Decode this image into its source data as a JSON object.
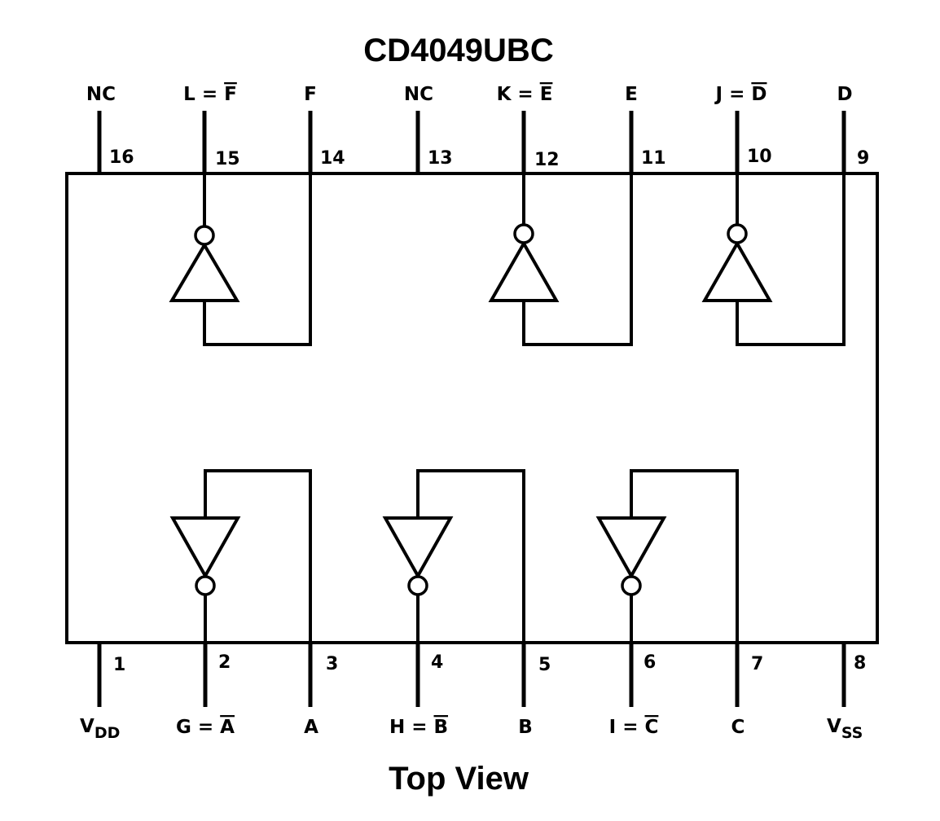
{
  "title": "CD4049UBC",
  "caption": "Top View",
  "pins_top": [
    {
      "number": "16",
      "label": "NC"
    },
    {
      "number": "15",
      "label": "L = ",
      "label_bar": "F"
    },
    {
      "number": "14",
      "label": "F"
    },
    {
      "number": "13",
      "label": "NC"
    },
    {
      "number": "12",
      "label": "K = ",
      "label_bar": "E"
    },
    {
      "number": "11",
      "label": "E"
    },
    {
      "number": "10",
      "label": "J = ",
      "label_bar": "D"
    },
    {
      "number": "9",
      "label": "D"
    }
  ],
  "pins_bottom": [
    {
      "number": "1",
      "label": "V",
      "label_sub": "DD"
    },
    {
      "number": "2",
      "label": "G = ",
      "label_bar": "A"
    },
    {
      "number": "3",
      "label": "A"
    },
    {
      "number": "4",
      "label": "H = ",
      "label_bar": "B"
    },
    {
      "number": "5",
      "label": "B"
    },
    {
      "number": "6",
      "label": "I = ",
      "label_bar": "C"
    },
    {
      "number": "7",
      "label": "C"
    },
    {
      "number": "8",
      "label": "V",
      "label_sub": "SS"
    }
  ]
}
